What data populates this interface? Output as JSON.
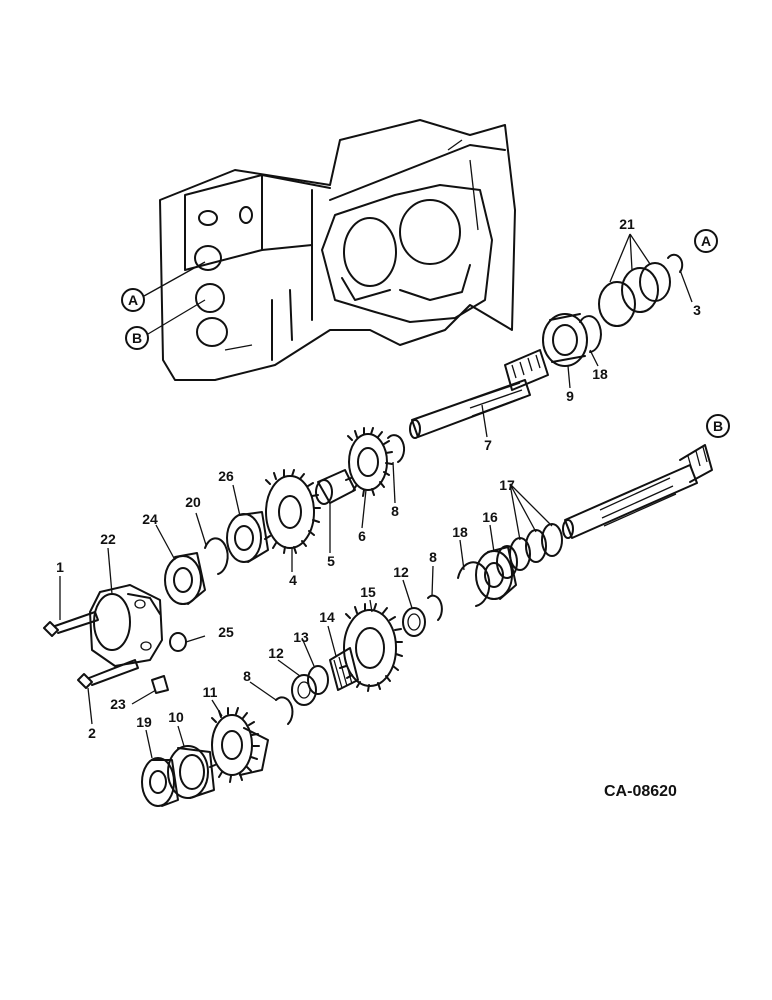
{
  "callouts": {
    "A": "A",
    "B": "B"
  },
  "labels": {
    "p1": "1",
    "p2": "2",
    "p3": "3",
    "p4": "4",
    "p5": "5",
    "p6": "6",
    "p7": "7",
    "p8a": "8",
    "p8b": "8",
    "p8c": "8",
    "p9": "9",
    "p10": "10",
    "p11": "11",
    "p12a": "12",
    "p12b": "12",
    "p13": "13",
    "p14": "14",
    "p15": "15",
    "p16": "16",
    "p17": "17",
    "p18a": "18",
    "p18b": "18",
    "p19": "19",
    "p20": "20",
    "p21": "21",
    "p22": "22",
    "p23": "23",
    "p24": "24",
    "p25": "25",
    "p26": "26"
  },
  "drawing_code": "CA-08620"
}
